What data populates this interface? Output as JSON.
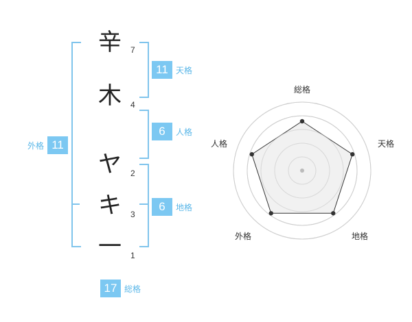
{
  "name_chars": [
    {
      "char": "辛",
      "strokes": "7"
    },
    {
      "char": "木",
      "strokes": "4"
    },
    {
      "char": "ヤ",
      "strokes": "2"
    },
    {
      "char": "キ",
      "strokes": "3"
    },
    {
      "char": "一",
      "strokes": "1"
    }
  ],
  "fortunes": {
    "tenkaku": {
      "value": "11",
      "label": "天格"
    },
    "jinkaku": {
      "value": "6",
      "label": "人格"
    },
    "chikaku": {
      "value": "6",
      "label": "地格"
    },
    "gaikaku": {
      "value": "11",
      "label": "外格"
    },
    "soukaku": {
      "value": "17",
      "label": "総格"
    }
  },
  "radar": {
    "axes": [
      "総格",
      "天格",
      "地格",
      "外格",
      "人格"
    ],
    "values": [
      0.72,
      0.77,
      0.77,
      0.77,
      0.77
    ],
    "colors": {
      "fill": "#eeeeee",
      "ring": "#cccccc",
      "line": "#333333",
      "center": "#bbbbbb"
    }
  },
  "colors": {
    "accent": "#7cc8f2",
    "accent_text": "#5bb7e8"
  }
}
